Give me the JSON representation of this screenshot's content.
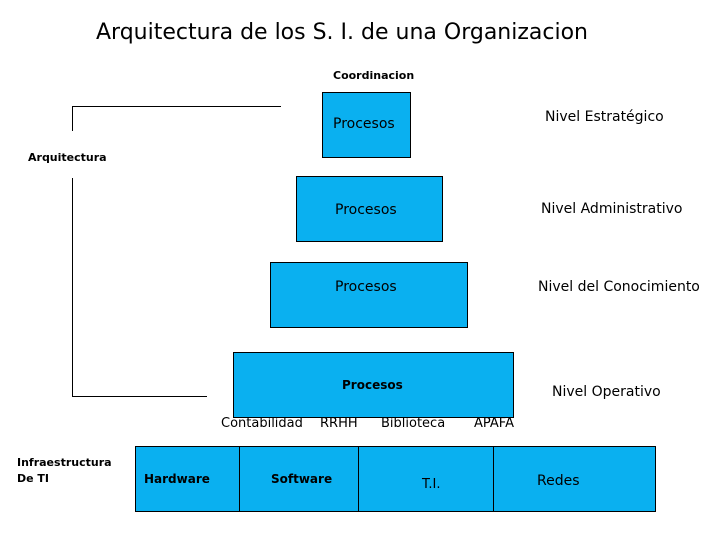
{
  "title": "Arquitectura de los S. I. de una Organizacion",
  "coordination_label": "Coordinacion",
  "architecture_label": "Arquitectura",
  "infrastructure_label_line1": "Infraestructura",
  "infrastructure_label_line2": "De TI",
  "pyramid": [
    {
      "process": "Procesos",
      "level": "Nivel Estratégico"
    },
    {
      "process": "Procesos",
      "level": "Nivel Administrativo"
    },
    {
      "process": "Procesos",
      "level": "Nivel del Conocimiento"
    },
    {
      "process": "Procesos",
      "level": "Nivel Operativo"
    }
  ],
  "departments": [
    "Contabilidad",
    "RRHH",
    "Biblioteca",
    "APAFA"
  ],
  "infrastructure": [
    "Hardware",
    "Software",
    "T.I.",
    "Redes"
  ],
  "colors": {
    "box": "#0ab0f0",
    "text": "#000000"
  }
}
